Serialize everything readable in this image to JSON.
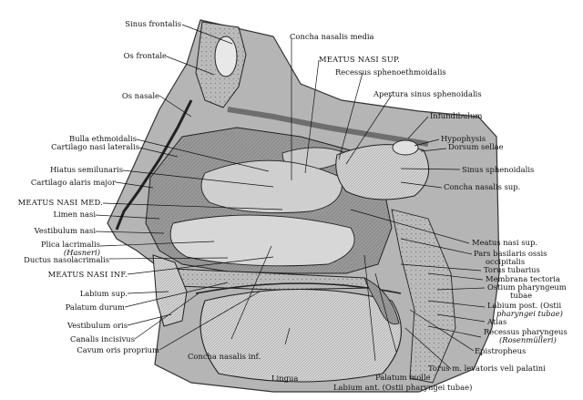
{
  "labels": {
    "sinus_frontalis": "Sinus frontalis",
    "os_frontale": "Os frontale",
    "os_nasale": "Os nasale",
    "bulla_ethmoidalis": "Bulla ethmoidalis",
    "cartilago_nasi_lateralis": "Cartilago nasi lateralis",
    "hiatus_semilunaris": "Hiatus semilunaris",
    "cartilago_alaris_major": "Cartilago alaris major",
    "meatus_nasi_med": "MEATUS NASI MED.",
    "limen_nasi": "Limen nasi",
    "vestibulum_nasi": "Vestibulum nasi",
    "plica_lacrimalis": "Plica lacrimalis",
    "hasneri": "(Hasneri)",
    "ductus_nasolacrimalis": "Ductus nasolacrimalis",
    "meatus_nasi_inf": "MEATUS NASI INF.",
    "labium_sup": "Labium sup.",
    "palatum_durum": "Palatum durum",
    "vestibulum_oris": "Vestibulum oris",
    "canalis_incisivus": "Canalis incisivus",
    "cavum_oris_proprium": "Cavum oris proprium",
    "concha_nasalis_inf": "Concha nasalis inf.",
    "lingua": "Lingua",
    "concha_nasalis_media": "Concha nasalis media",
    "meatus_nasi_sup": "MEATUS NASI SUP.",
    "recessus_sphenoethmoidalis": "Recessus sphenoethmoidalis",
    "apertura_sinus_sphenoidalis": "Apertura sinus sphenoidalis",
    "infundibulum": "Infundibulum",
    "hypophysis": "Hypophysis",
    "dorsum_sellae": "Dorsum sellae",
    "sinus_sphenoidalis": "Sinus sphenoidalis",
    "concha_nasalis_sup": "Concha nasalis sup.",
    "meatus_nasi_sup_lower": "Meatus nasi sup.",
    "pars_basilaris_ossis": "Pars basilaris ossis",
    "occipitalis": "occipitalis",
    "torus_tubarius": "Torus tubarius",
    "membrana_tectoria": "Membrana tectoria",
    "ostium_pharyngeum": "Ostium pharyngeum",
    "tubae": "tubae",
    "labium_post": "Labium post. (Ostii",
    "pharyngei_tubae": "pharyngei tubae)",
    "atlas": "Atlas",
    "recessus_pharyngeus": "Recessus pharyngeus",
    "rosenmuelleri": "(Rosenmülleri)",
    "epistropheus": "Epistropheus",
    "torus_levatoris": "Torus m. levatoris veli palatini",
    "palatum_molle": "Palatum molle",
    "labium_ant": "Labium ant. (Ostii pharyngei tubae)"
  }
}
